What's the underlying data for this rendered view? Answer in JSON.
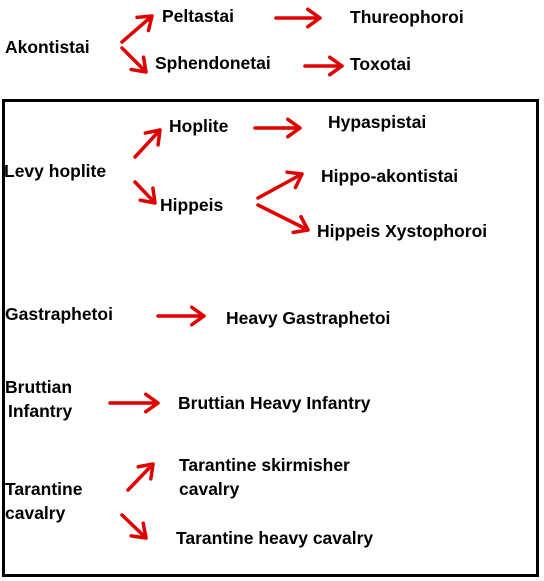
{
  "colors": {
    "arrow": "#e00000",
    "text": "#000000",
    "frame": "#000000",
    "background": "#ffffff"
  },
  "units": {
    "akontistai": "Akontistai",
    "peltastai": "Peltastai",
    "thureophoroi": "Thureophoroi",
    "sphendonetai": "Sphendonetai",
    "toxotai": "Toxotai",
    "levy_hoplite": "Levy hoplite",
    "hoplite": "Hoplite",
    "hypaspistai": "Hypaspistai",
    "hippeis": "Hippeis",
    "hippo_akontistai": "Hippo-akontistai",
    "hippeis_xystophoroi": "Hippeis Xystophoroi",
    "gastraphetoi": "Gastraphetoi",
    "heavy_gastraphetoi": "Heavy Gastraphetoi",
    "bruttian_infantry_1": "Bruttian",
    "bruttian_infantry_2": "Infantry",
    "bruttian_heavy_infantry": "Bruttian Heavy Infantry",
    "tarantine_cavalry_1": "Tarantine",
    "tarantine_cavalry_2": "cavalry",
    "tarantine_skirmisher_cavalry_1": "Tarantine skirmisher",
    "tarantine_skirmisher_cavalry_2": "cavalry",
    "tarantine_heavy_cavalry": "Tarantine heavy cavalry"
  },
  "edges": [
    {
      "from": "akontistai",
      "to": "peltastai"
    },
    {
      "from": "akontistai",
      "to": "sphendonetai"
    },
    {
      "from": "peltastai",
      "to": "thureophoroi"
    },
    {
      "from": "sphendonetai",
      "to": "toxotai"
    },
    {
      "from": "levy_hoplite",
      "to": "hoplite"
    },
    {
      "from": "levy_hoplite",
      "to": "hippeis"
    },
    {
      "from": "hoplite",
      "to": "hypaspistai"
    },
    {
      "from": "hippeis",
      "to": "hippo_akontistai"
    },
    {
      "from": "hippeis",
      "to": "hippeis_xystophoroi"
    },
    {
      "from": "gastraphetoi",
      "to": "heavy_gastraphetoi"
    },
    {
      "from": "bruttian_infantry",
      "to": "bruttian_heavy_infantry"
    },
    {
      "from": "tarantine_cavalry",
      "to": "tarantine_skirmisher_cavalry"
    },
    {
      "from": "tarantine_cavalry",
      "to": "tarantine_heavy_cavalry"
    }
  ]
}
